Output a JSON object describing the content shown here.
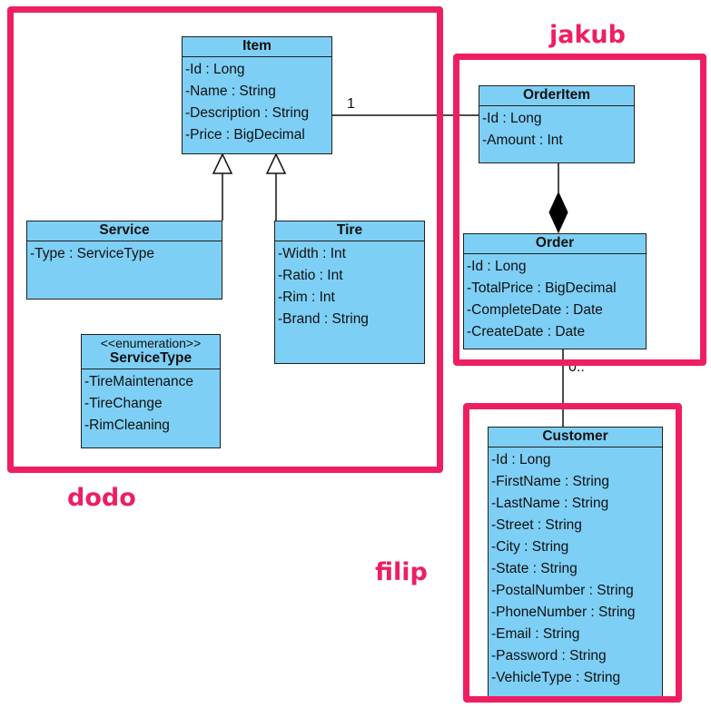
{
  "classes": {
    "item": {
      "name": "Item",
      "attributes": [
        "-Id : Long",
        "-Name : String",
        "-Description : String",
        "-Price : BigDecimal"
      ]
    },
    "service": {
      "name": "Service",
      "attributes": [
        "-Type : ServiceType"
      ]
    },
    "tire": {
      "name": "Tire",
      "attributes": [
        "-Width : Int",
        "-Ratio : Int",
        "-Rim : Int",
        "-Brand : String"
      ]
    },
    "service_type": {
      "stereotype": "<<enumeration>>",
      "name": "ServiceType",
      "attributes": [
        "-TireMaintenance",
        "-TireChange",
        "-RimCleaning"
      ]
    },
    "order_item": {
      "name": "OrderItem",
      "attributes": [
        "-Id : Long",
        "-Amount : Int"
      ]
    },
    "order": {
      "name": "Order",
      "attributes": [
        "-Id : Long",
        "-TotalPrice : BigDecimal",
        "-CompleteDate : Date",
        "-CreateDate : Date"
      ]
    },
    "customer": {
      "name": "Customer",
      "attributes": [
        "-Id : Long",
        "-FirstName : String",
        "-LastName : String",
        "-Street : String",
        "-City : String",
        "-State : String",
        "-PostalNumber : String",
        "-PhoneNumber : String",
        "-Email : String",
        "-Password : String",
        "-VehicleType : String"
      ]
    }
  },
  "groups": {
    "dodo": "dodo",
    "jakub": "jakub",
    "filip": "filip"
  },
  "multiplicities": {
    "item_orderitem": "1",
    "order_customer": "0.."
  },
  "colors": {
    "class_fill": "#7ecff5",
    "group_frame": "#ee1f61"
  }
}
